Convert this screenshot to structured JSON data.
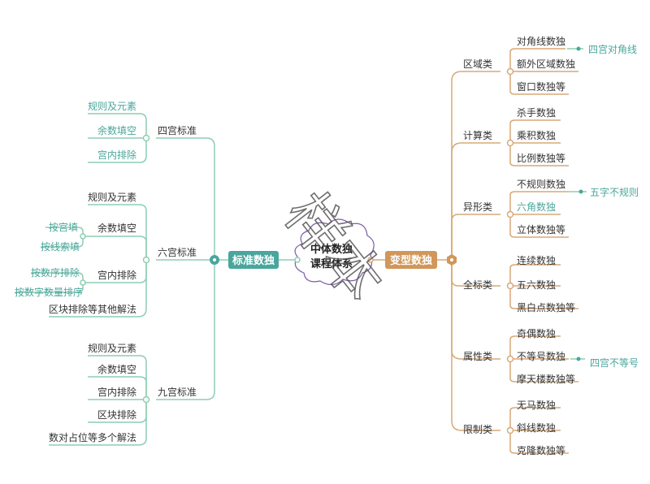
{
  "center": {
    "line1": "中体数独",
    "line2": "课程体系",
    "watermark": "样本"
  },
  "left_main": {
    "label": "标准数独",
    "color": "#4aa69c"
  },
  "right_main": {
    "label": "变型数独",
    "color": "#d1965a"
  },
  "colors": {
    "left_line": "#8ecdb3",
    "right_line": "#d7a978",
    "teal_text": "#4aa69c",
    "text": "#333333"
  },
  "left": {
    "four": {
      "label": "四宫标准",
      "items": [
        "规则及元素",
        "余数填空",
        "宫内排除"
      ]
    },
    "six": {
      "label": "六宫标准",
      "items": [
        "规则及元素",
        "余数填空",
        "宫内排除",
        "区块排除等其他解法"
      ],
      "remainder_sub": [
        "按宫填",
        "按线索填"
      ],
      "palace_sub": [
        "按数序排除",
        "按数字数量排序"
      ]
    },
    "nine": {
      "label": "九宫标准",
      "items": [
        "规则及元素",
        "余数填空",
        "宫内排除",
        "区块排除",
        "数对占位等多个解法"
      ]
    }
  },
  "right": {
    "cats": [
      {
        "label": "区域类",
        "items": [
          "对角线数独",
          "额外区域数独",
          "窗口数独等"
        ],
        "note": "四宫对角线"
      },
      {
        "label": "计算类",
        "items": [
          "杀手数独",
          "乘积数独",
          "比例数独等"
        ]
      },
      {
        "label": "异形类",
        "items": [
          "不规则数独",
          "六角数独",
          "立体数独等"
        ],
        "note": "五字不规则"
      },
      {
        "label": "全标类",
        "items": [
          "连续数独",
          "五六数独",
          "黑白点数独等"
        ]
      },
      {
        "label": "属性类",
        "items": [
          "奇偶数独",
          "不等号数独",
          "摩天楼数独等"
        ],
        "note": "四宫不等号"
      },
      {
        "label": "限制类",
        "items": [
          "无马数独",
          "斜线数独",
          "克隆数独等"
        ]
      }
    ]
  }
}
